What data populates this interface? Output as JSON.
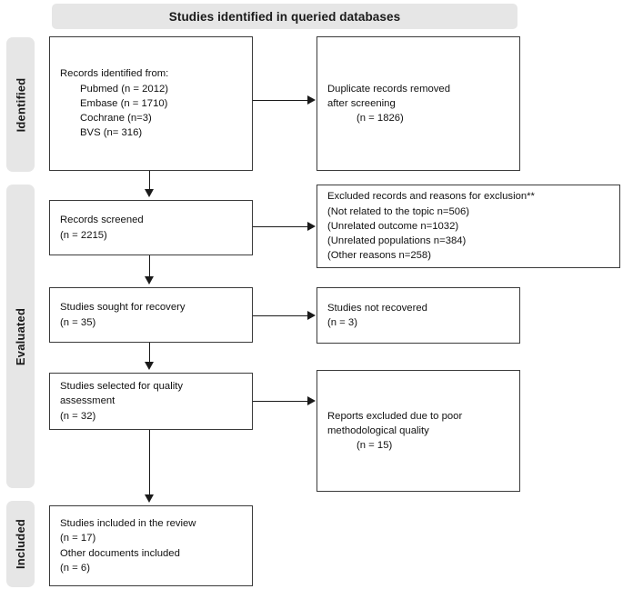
{
  "diagram": {
    "type": "prisma-flow-diagram",
    "title": "Studies identified in queried databases",
    "background_color": "#ffffff",
    "pill_color": "#e6e6e6",
    "box_border_color": "#3a3a3a",
    "text_color": "#111111"
  },
  "stages": [
    {
      "id": "identified",
      "label": "Identified"
    },
    {
      "id": "evaluated",
      "label": "Evaluated"
    },
    {
      "id": "included",
      "label": "Included"
    }
  ],
  "boxes": {
    "identified_from": {
      "lines": [
        "Records identified from:",
        "Pubmed (n = 2012)",
        "Embase (n = 1710)",
        "Cochrane (n=3)",
        "BVS (n= 316)"
      ]
    },
    "duplicates_removed": {
      "lines": [
        "Duplicate records removed",
        "after screening",
        "(n = 1826)"
      ]
    },
    "records_screened": {
      "lines": [
        "Records screened",
        "(n = 2215)"
      ]
    },
    "excluded_reasons": {
      "lines": [
        "Excluded records and reasons for exclusion**",
        "(Not related to the topic n=506)",
        "(Unrelated outcome n=1032)",
        "(Unrelated populations n=384)",
        "(Other reasons n=258)"
      ]
    },
    "sought_for_recovery": {
      "lines": [
        "Studies sought for recovery",
        "(n = 35)"
      ]
    },
    "not_recovered": {
      "lines": [
        "Studies not recovered",
        "(n = 3)"
      ]
    },
    "quality_assessment": {
      "lines": [
        "Studies selected for quality",
        "assessment",
        "(n = 32)"
      ]
    },
    "reports_excluded": {
      "lines": [
        "Reports excluded due to poor",
        "methodological quality",
        "(n = 15)"
      ]
    },
    "included_in_review": {
      "lines": [
        "Studies included in the review",
        "(n = 17)",
        "Other documents included",
        "(n = 6)"
      ]
    }
  },
  "counts": {
    "pubmed": 2012,
    "embase": 1710,
    "cochrane": 3,
    "bvs": 316,
    "duplicates_removed": 1826,
    "records_screened": 2215,
    "excluded_not_related": 506,
    "excluded_unrelated_outcome": 1032,
    "excluded_unrelated_populations": 384,
    "excluded_other_reasons": 258,
    "sought_for_recovery": 35,
    "not_recovered": 3,
    "quality_assessment": 32,
    "reports_excluded_poor_quality": 15,
    "included_in_review": 17,
    "other_documents_included": 6
  }
}
